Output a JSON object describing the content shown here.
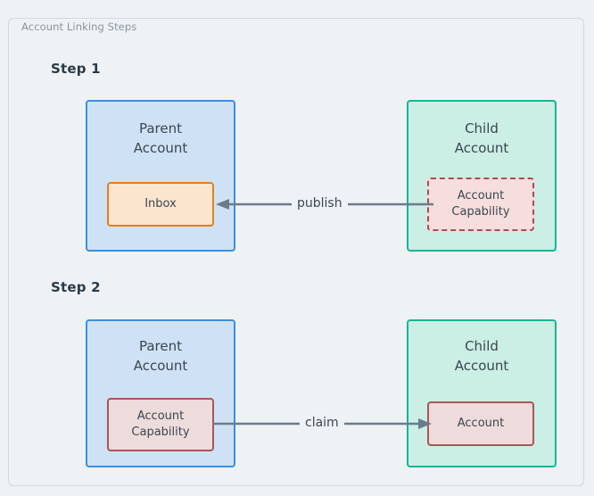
{
  "diagram": {
    "caption": "Account Linking Steps",
    "colors": {
      "canvas": "#eef2f5",
      "frame_border": "#d3dae0",
      "parent_fill": "#cfe2f5",
      "parent_border": "#3b8ee0",
      "child_fill": "#cbeee5",
      "child_border": "#18b594",
      "inbox_fill": "#fce5cf",
      "inbox_border": "#e2801f",
      "capability_dashed_fill": "#f6dede",
      "capability_dashed_border": "#b2494c",
      "capability_solid_fill": "#eedcdc",
      "capability_solid_border": "#ab5555",
      "edge": "#6b7b8c",
      "text": "#3b4650",
      "heading": "#2b3a47"
    },
    "steps": [
      {
        "label": "Step 1",
        "parent": {
          "title": "Parent\nAccount",
          "inner_node": "Inbox"
        },
        "child": {
          "title": "Child\nAccount",
          "inner_node": "Account\nCapability"
        },
        "edge": {
          "label": "publish",
          "direction": "right-to-left",
          "from": "Account Capability",
          "to": "Inbox"
        }
      },
      {
        "label": "Step 2",
        "parent": {
          "title": "Parent\nAccount",
          "inner_node": "Account\nCapability"
        },
        "child": {
          "title": "Child\nAccount",
          "inner_node": "Account"
        },
        "edge": {
          "label": "claim",
          "direction": "left-to-right",
          "from": "Account Capability",
          "to": "Account"
        }
      }
    ]
  }
}
